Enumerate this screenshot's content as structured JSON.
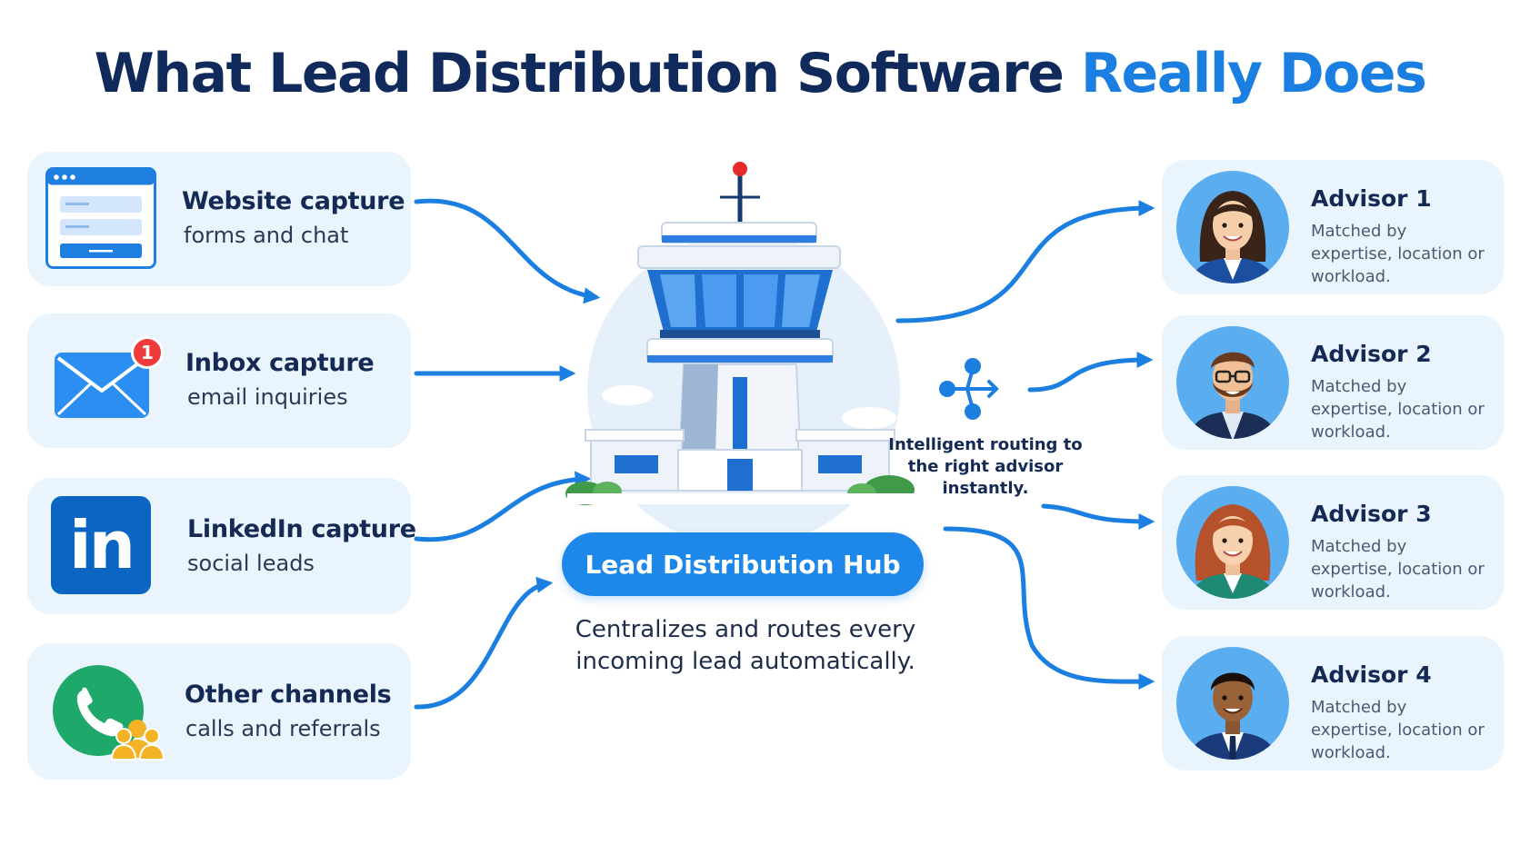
{
  "title": {
    "main": "What Lead Distribution Software",
    "accent": "Really Does"
  },
  "sources": [
    {
      "title": "Website capture",
      "subtitle": "forms and chat",
      "icon": "browser-form-icon"
    },
    {
      "title": "Inbox capture",
      "subtitle": "email inquiries",
      "icon": "email-icon",
      "badge": "1"
    },
    {
      "title": "LinkedIn capture",
      "subtitle": "social leads",
      "icon": "linkedin-icon",
      "icon_text": "in"
    },
    {
      "title": "Other channels",
      "subtitle": "calls and referrals",
      "icon": "phone-referral-icon"
    }
  ],
  "hub": {
    "label": "Lead Distribution Hub",
    "description": "Centralizes and routes every incoming lead automatically.",
    "icon": "control-tower-icon"
  },
  "routing": {
    "label": "Intelligent routing to the right advisor instantly.",
    "icon": "routing-network-icon"
  },
  "advisors": [
    {
      "name": "Advisor 1",
      "description": "Matched by expertise, location or workload."
    },
    {
      "name": "Advisor 2",
      "description": "Matched by expertise, location or workload."
    },
    {
      "name": "Advisor 3",
      "description": "Matched by expertise, location or workload."
    },
    {
      "name": "Advisor 4",
      "description": "Matched by expertise, location or workload."
    }
  ],
  "colors": {
    "accent": "#1a7fe0",
    "navy": "#102a5c",
    "card": "#eaf4fd",
    "badge": "#ef3b3b",
    "linkedin": "#0a66c2",
    "phone": "#1ea96a"
  }
}
